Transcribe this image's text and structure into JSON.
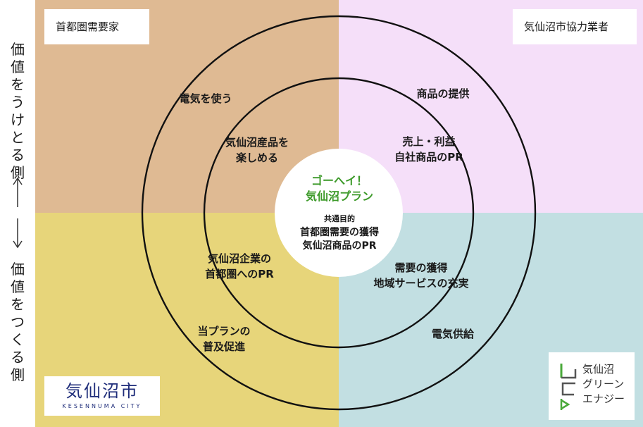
{
  "side": {
    "top_text": "価値をうけとる側",
    "bottom_text": "価値をつくる側"
  },
  "colors": {
    "top_left": "#dfba93",
    "top_right": "#f5dff9",
    "bottom_left": "#e7d57a",
    "bottom_right": "#c2dfe2",
    "circle_stroke": "#111111",
    "center_green": "#3d9a2a"
  },
  "quadrants": {
    "top_left_label": "首都圏需要家",
    "top_right_label": "気仙沼市協力業者"
  },
  "labels": {
    "use_electricity": "電気を使う",
    "enjoy_products_1": "気仙沼産品を",
    "enjoy_products_2": "楽しめる",
    "provide_goods": "商品の提供",
    "sales_1": "売上・利益",
    "sales_2": "自社商品のPR",
    "corp_pr_1": "気仙沼企業の",
    "corp_pr_2": "首都圏へのPR",
    "demand_1": "需要の獲得",
    "demand_2": "地域サービスの充実",
    "spread_1": "当プランの",
    "spread_2": "普及促進",
    "power_supply": "電気供給"
  },
  "center": {
    "title_1": "ゴーへイ！",
    "title_2": "気仙沼プラン",
    "subtitle": "共通目的",
    "goal_1": "首都圏需要の獲得",
    "goal_2": "気仙沼商品のPR"
  },
  "logos": {
    "city_name": "気仙沼市",
    "city_romaji": "KESENNUMA CITY",
    "kge_line1": "気仙沼",
    "kge_line2": "グリーン",
    "kge_line3": "エナジー"
  }
}
